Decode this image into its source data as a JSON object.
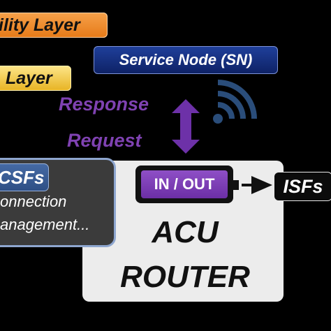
{
  "layers": {
    "orange_label": "ility Layer",
    "yellow_label": "Layer"
  },
  "service_node": {
    "label": "Service Node (SN)"
  },
  "exchange": {
    "response": "Response",
    "request": "Request"
  },
  "connection_box": {
    "tab_label": "CSFs",
    "line1": "onnection",
    "line2": "anagement..."
  },
  "router": {
    "title_line1": "ACU",
    "title_line2": "ROUTER",
    "port_label": "IN / OUT"
  },
  "output": {
    "label": "ISFs"
  },
  "colors": {
    "background": "#000000",
    "orange_layer": "#e67a18",
    "yellow_layer": "#e7b322",
    "service_node": "#1a3a8f",
    "purple": "#7f42b2",
    "router_body": "#ececec",
    "wifi": "#2a4d7a"
  },
  "icons": [
    "wifi-icon",
    "double-arrow-icon",
    "arrow-right-icon"
  ]
}
